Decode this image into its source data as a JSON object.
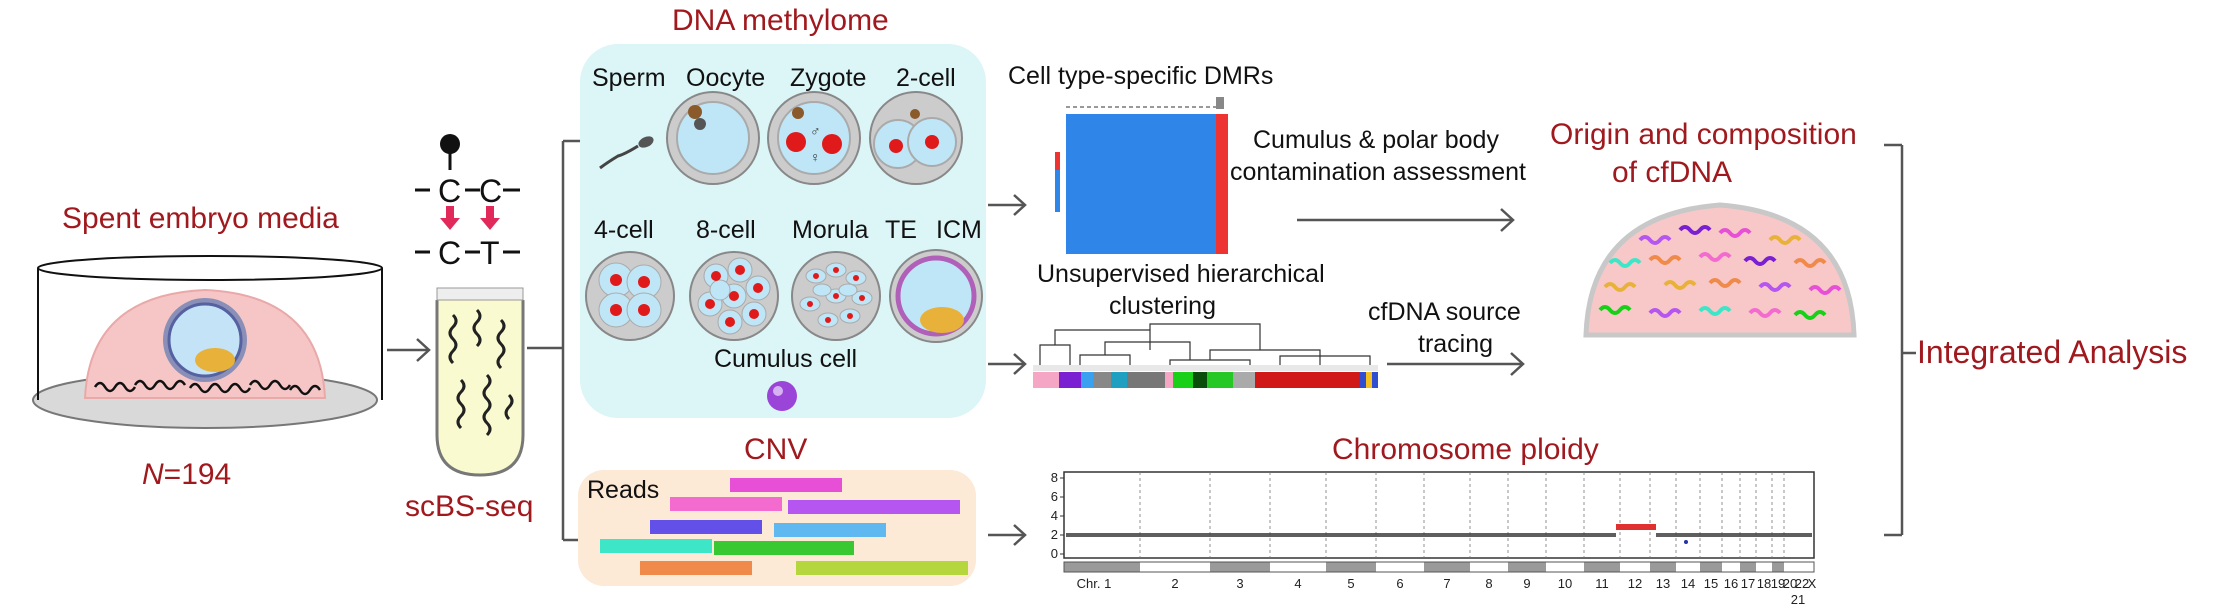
{
  "spent_media": {
    "title": "Spent embryo media",
    "n_italic": "N",
    "n_value": "=194"
  },
  "conversion": {
    "top_left": "C",
    "top_right": "C",
    "bottom_left": "C",
    "bottom_right": "T",
    "label": "scBS-seq"
  },
  "methylome": {
    "title": "DNA methylome",
    "cells": [
      {
        "label": "Sperm"
      },
      {
        "label": "Oocyte"
      },
      {
        "label": "Zygote"
      },
      {
        "label": "2-cell"
      },
      {
        "label": "4-cell"
      },
      {
        "label": "8-cell"
      },
      {
        "label": "Morula"
      },
      {
        "label": "TE"
      },
      {
        "label": "ICM"
      }
    ],
    "cumulus": "Cumulus cell"
  },
  "cnv": {
    "title": "CNV",
    "reads_label": "Reads",
    "read_colors": [
      "#e64fd6",
      "#f46bd0",
      "#b556f0",
      "#6350e8",
      "#5fb8f0",
      "#3ee6c8",
      "#38c832",
      "#f08a4a",
      "#b5d63c"
    ]
  },
  "dmr": {
    "title": "Cell type-specific DMRs",
    "heat_blue": "#2f86e8",
    "heat_red": "#ee3333",
    "assessment": [
      "Cumulus & polar body",
      "contamination assessment"
    ]
  },
  "cluster": {
    "title": [
      "Unsupervised hierarchical",
      "clustering"
    ],
    "tracing": [
      "cfDNA source",
      "tracing"
    ]
  },
  "origin": {
    "title": [
      "Origin and composition",
      "of cfDNA"
    ]
  },
  "ploidy": {
    "title": "Chromosome ploidy",
    "y_ticks": [
      "8",
      "6",
      "4",
      "2",
      "0"
    ],
    "chromosomes": [
      "Chr. 1",
      "2",
      "3",
      "4",
      "5",
      "6",
      "7",
      "8",
      "9",
      "10",
      "11",
      "12",
      "13",
      "14",
      "15",
      "16",
      "17",
      "18",
      "19",
      "20",
      "22",
      "X"
    ],
    "chr_21": "21"
  },
  "integrated": {
    "label": "Integrated Analysis"
  },
  "colors": {
    "accent_red": "#a0191e",
    "methylome_bg": "#dcf5f7",
    "cnv_bg": "#fce9d6",
    "dome": "#f8c8c8"
  }
}
